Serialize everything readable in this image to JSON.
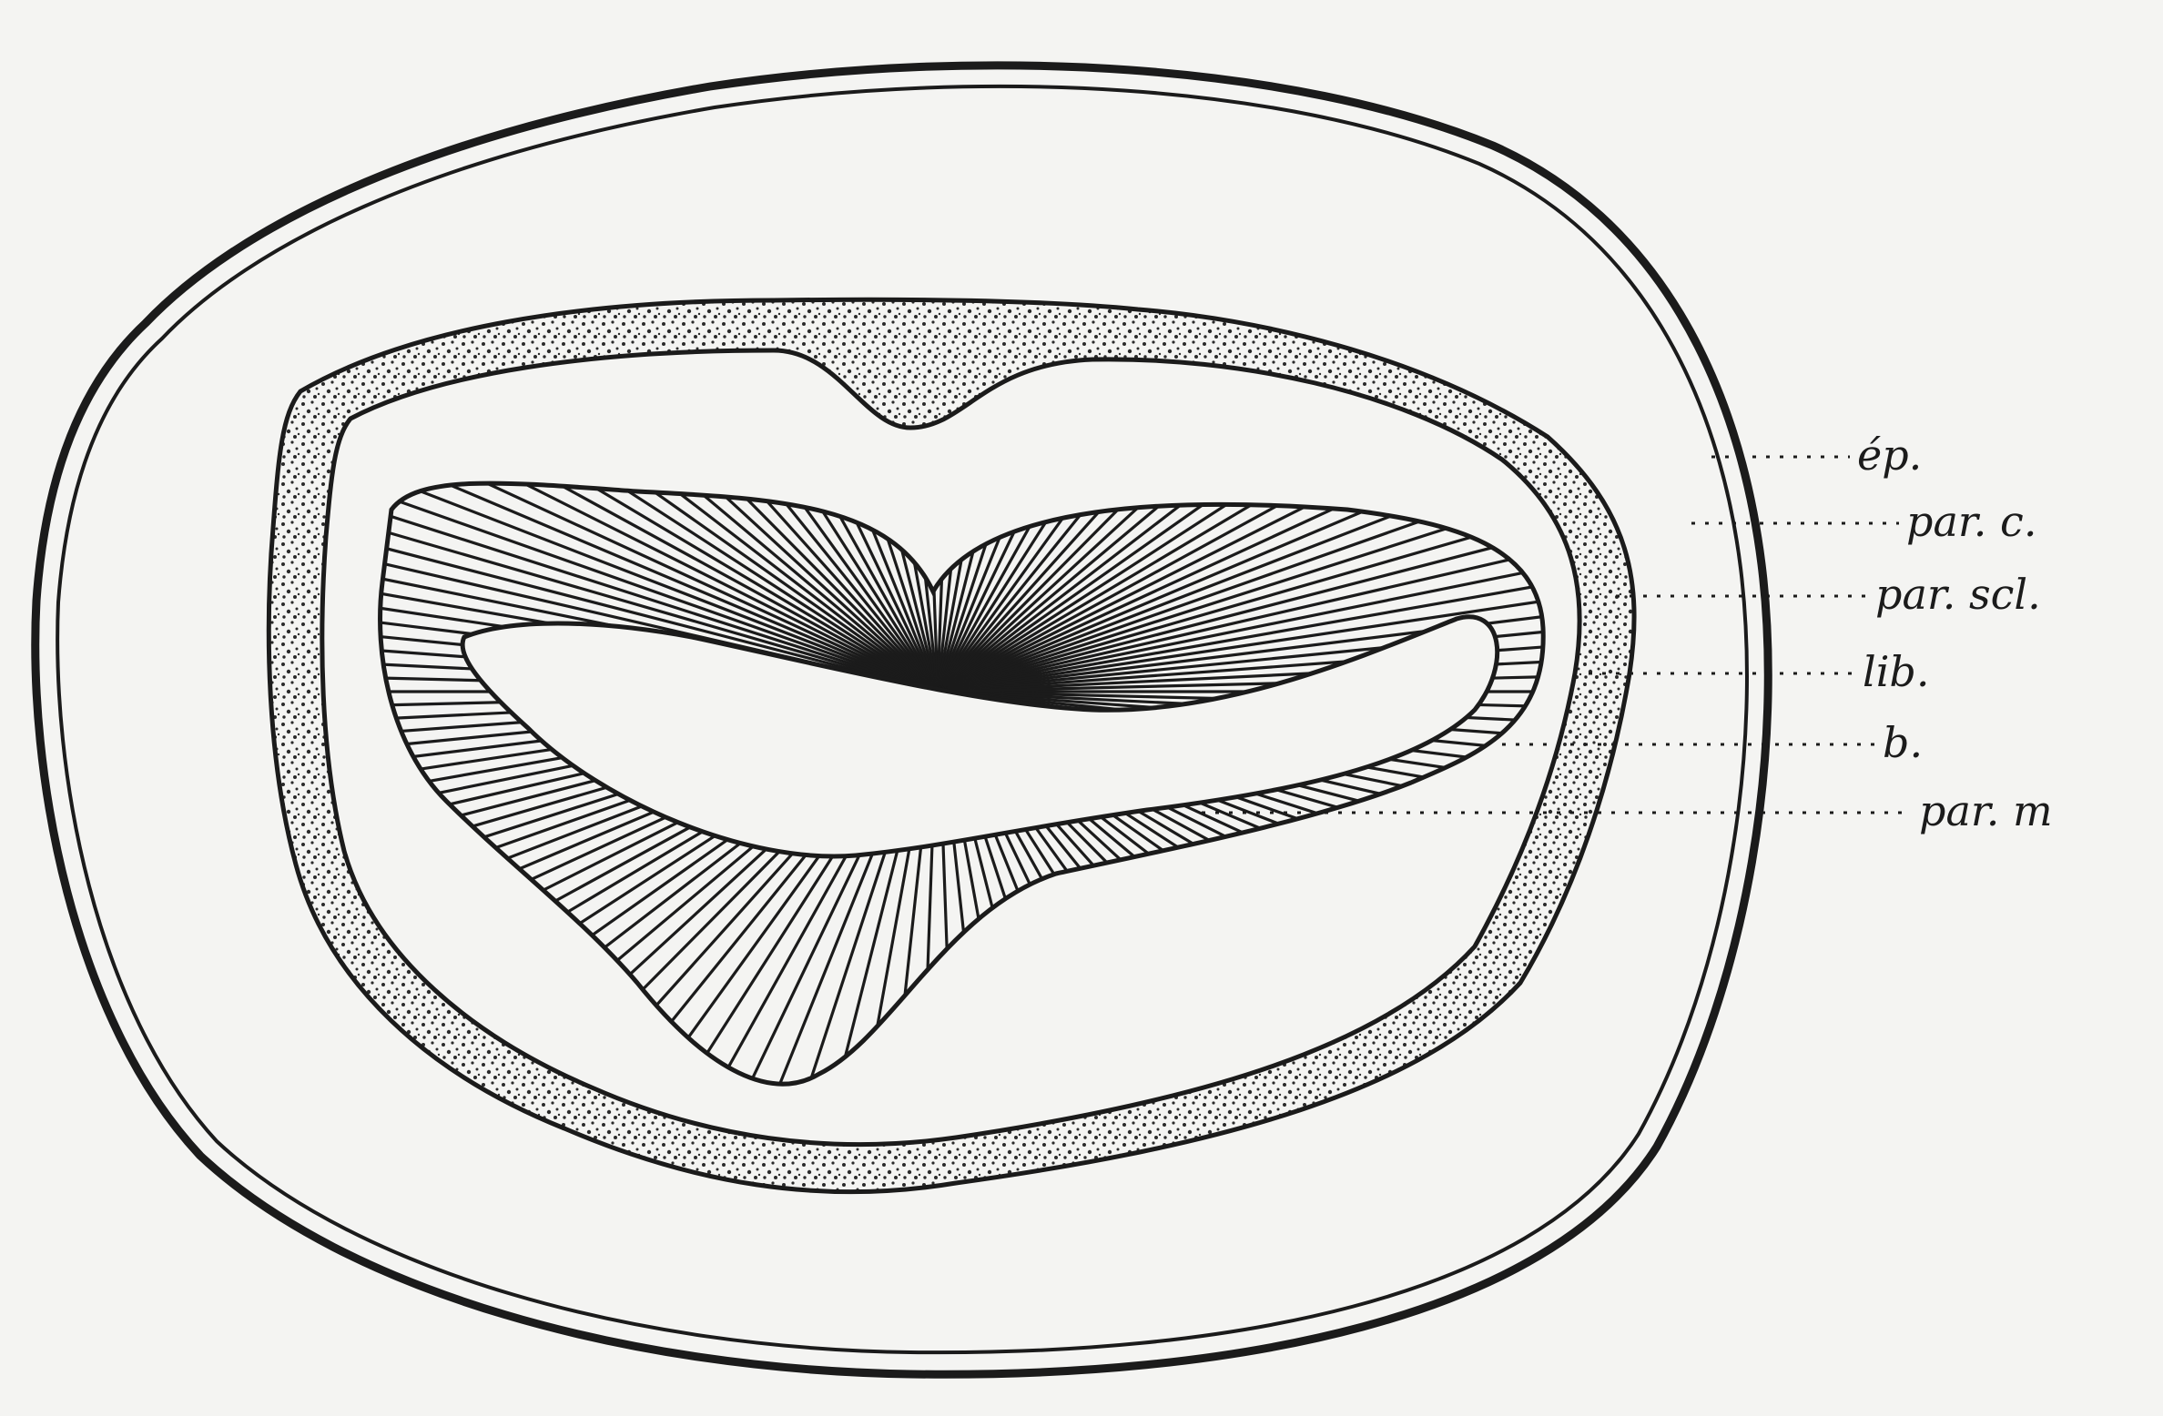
{
  "figure": {
    "colors": {
      "paper": "#f4f4f2",
      "ink": "#1b1b1b",
      "stipple": "#2a2a2a"
    },
    "labels": [
      {
        "key": "ep",
        "text": "ép."
      },
      {
        "key": "par_c",
        "text": "par. c."
      },
      {
        "key": "par_scl",
        "text": "par. scl."
      },
      {
        "key": "lib",
        "text": "lib."
      },
      {
        "key": "b",
        "text": "b."
      },
      {
        "key": "par_m",
        "text": "par. m"
      }
    ]
  }
}
